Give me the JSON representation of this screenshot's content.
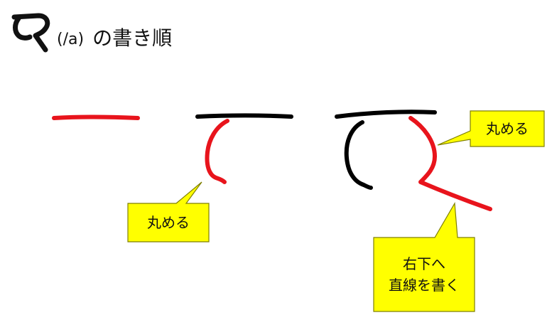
{
  "title": {
    "romaji": "(/a)",
    "text": "の書き順"
  },
  "colors": {
    "current_stroke": "#e8141c",
    "previous_stroke": "#000000",
    "callout_fill": "#ffff00",
    "callout_border": "#7f7f00"
  },
  "callouts": [
    {
      "id": "callout-1",
      "text": "丸める"
    },
    {
      "id": "callout-2",
      "text": "丸める"
    },
    {
      "id": "callout-3",
      "line1": "右下へ",
      "line2": "直線を書く"
    }
  ]
}
